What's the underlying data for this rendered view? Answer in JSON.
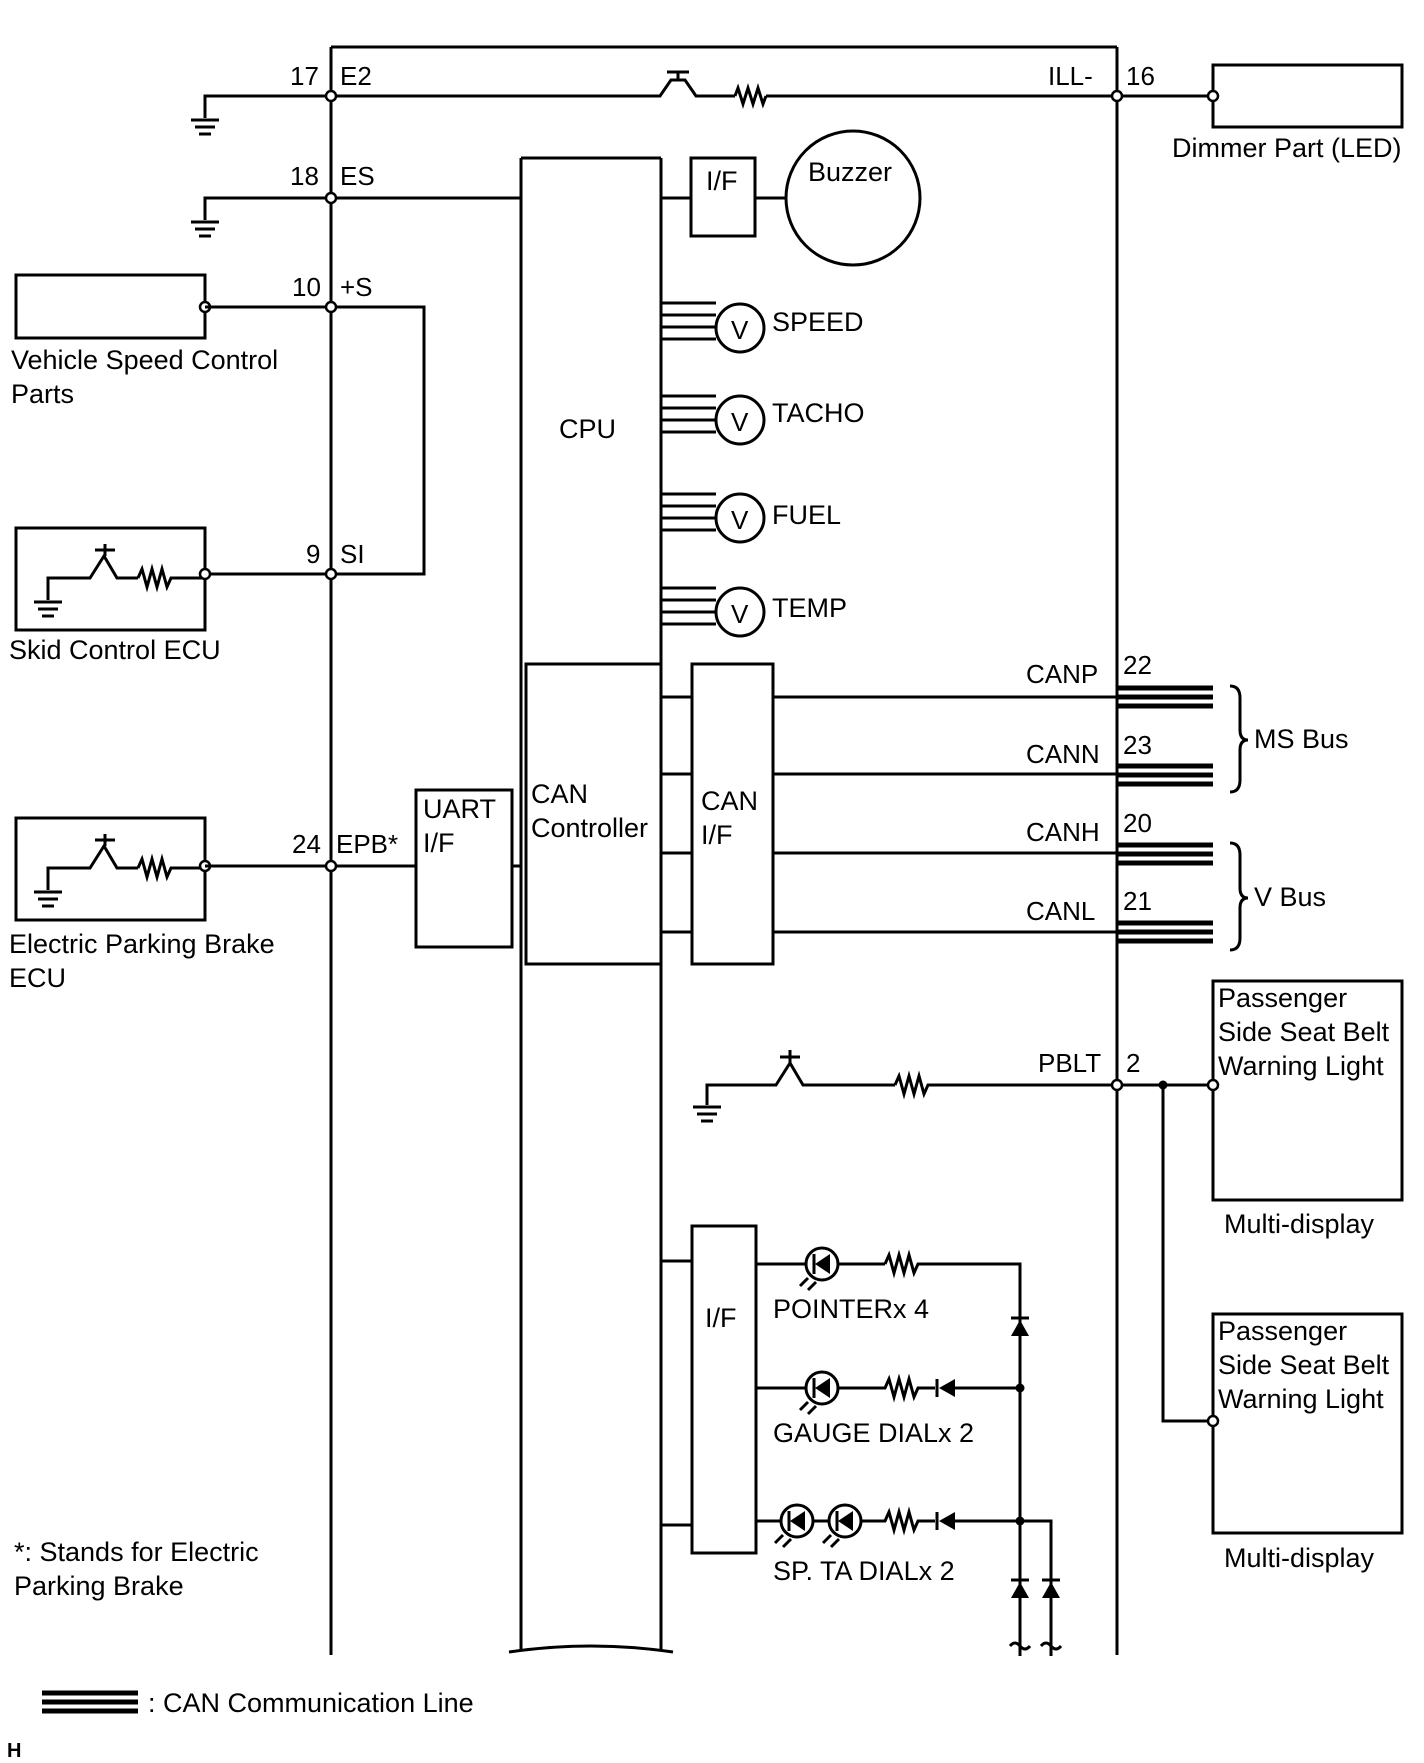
{
  "pins": {
    "e2_num": "17",
    "e2_name": "E2",
    "es_num": "18",
    "es_name": "ES",
    "s_num": "10",
    "s_name": "+S",
    "si_num": "9",
    "si_name": "SI",
    "epb_num": "24",
    "epb_name": "EPB*",
    "ill_name": "ILL-",
    "ill_num": "16",
    "canp_name": "CANP",
    "canp_num": "22",
    "cann_name": "CANN",
    "cann_num": "23",
    "canh_name": "CANH",
    "canh_num": "20",
    "canl_name": "CANL",
    "canl_num": "21",
    "pblt_name": "PBLT",
    "pblt_num": "2"
  },
  "external": {
    "dimmer": "Dimmer Part (LED)",
    "vehicle_speed_line1": "Vehicle Speed Control",
    "vehicle_speed_line2": "Parts",
    "skid": "Skid Control ECU",
    "epb_line1": "Electric Parking Brake",
    "epb_line2": "ECU",
    "ms_bus": "MS Bus",
    "v_bus": "V Bus",
    "multi_display_1": [
      "Passenger",
      "Side Seat Belt",
      "Warning Light"
    ],
    "multi_display_1_caption": "Multi-display",
    "multi_display_2": [
      "Passenger",
      "Side Seat Belt",
      "Warning Light"
    ],
    "multi_display_2_caption": "Multi-display"
  },
  "internal": {
    "cpu": "CPU",
    "buzzer": "Buzzer",
    "if_top": "I/F",
    "can_controller_line1": "CAN",
    "can_controller_line2": "Controller",
    "can_if_line1": "CAN",
    "can_if_line2": "I/F",
    "uart_line1": "UART",
    "uart_line2": "I/F",
    "if_bottom": "I/F",
    "gauge_symbol": "V",
    "gauges": [
      "SPEED",
      "TACHO",
      "FUEL",
      "TEMP"
    ],
    "leds": [
      "POINTERx 4",
      "GAUGE DIALx 2",
      "SP. TA DIALx 2"
    ]
  },
  "notes": {
    "footnote_line1": "*: Stands for Electric",
    "footnote_line2": "Parking Brake",
    "legend": ": CAN Communication Line",
    "corner_mark": "H"
  }
}
